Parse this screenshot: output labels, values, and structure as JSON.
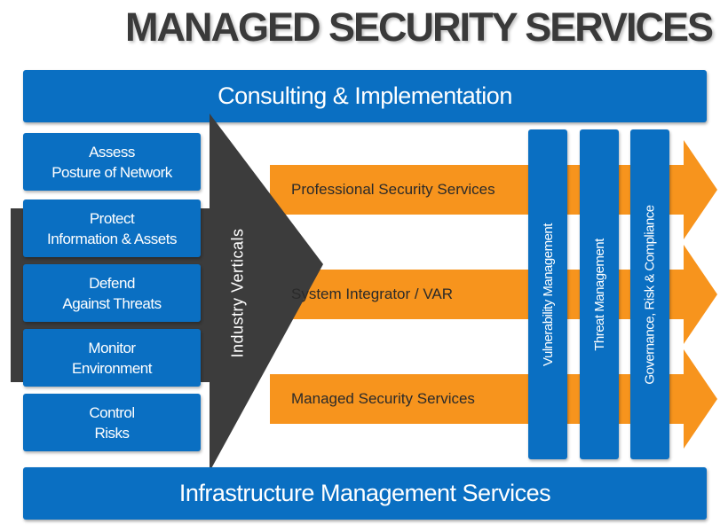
{
  "title": "MANAGED SECURITY SERVICES",
  "top_bar": "Consulting & Implementation",
  "bottom_bar": "Infrastructure Management Services",
  "left_boxes": [
    {
      "line1": "Assess",
      "line2": "Posture of Network"
    },
    {
      "line1": "Protect",
      "line2": "Information & Assets"
    },
    {
      "line1": "Defend",
      "line2": "Against Threats"
    },
    {
      "line1": "Monitor",
      "line2": "Environment"
    },
    {
      "line1": "Control",
      "line2": "Risks"
    }
  ],
  "funnel_label": "Industry Verticals",
  "arrows": [
    "Professional Security Services",
    "System Integrator / VAR",
    "Managed Security Services"
  ],
  "vertical_bars": [
    "Vulnerability Management",
    "Threat Management",
    "Governance, Risk & Compliance"
  ],
  "colors": {
    "blue": "#0a6fc2",
    "orange": "#f7941d",
    "dark": "#3c3c3c"
  }
}
